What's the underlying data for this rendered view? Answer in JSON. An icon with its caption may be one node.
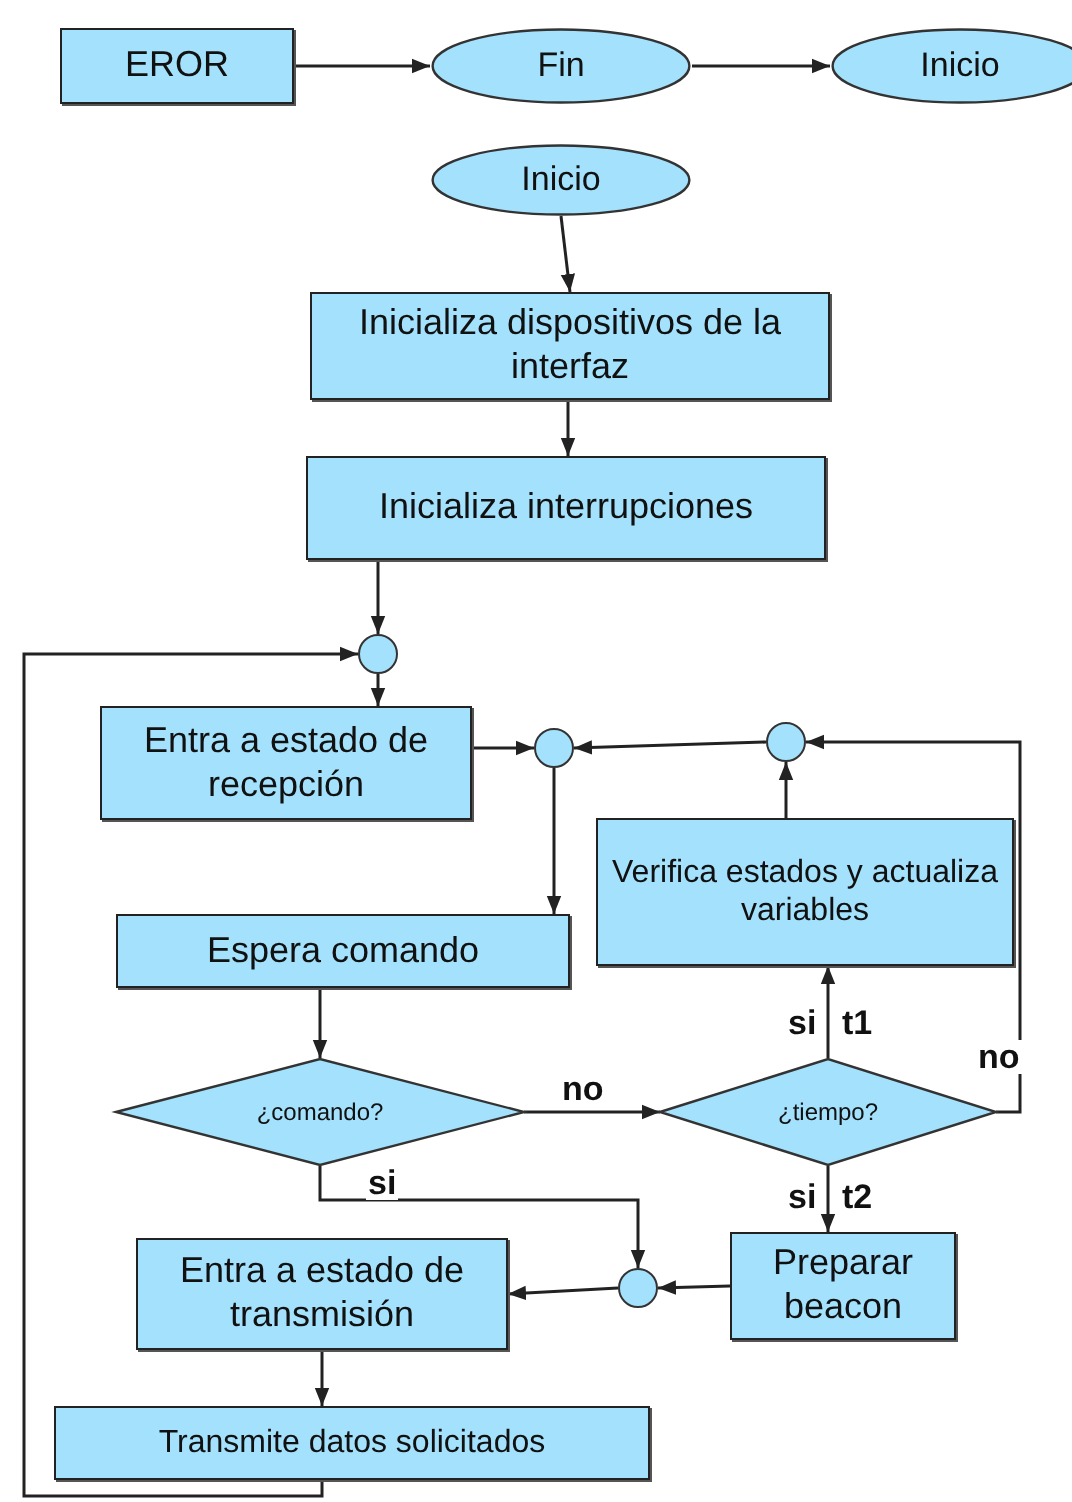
{
  "diagram": {
    "nodes": [
      {
        "text": [
          "EROR"
        ]
      },
      {
        "text": [
          "Fin"
        ]
      },
      {
        "text": [
          "Inicio"
        ]
      },
      {
        "text": [
          "Inicio"
        ]
      },
      {
        "text": [
          "Inicializa dispositivos de la interfaz"
        ]
      },
      {
        "text": [
          "Inicializa interrupciones"
        ]
      },
      {
        "text": [],
        "shape": "circle"
      },
      {
        "text": [
          "Entra a estado de recepción"
        ]
      },
      {
        "text": [],
        "shape": "circle"
      },
      {
        "text": [],
        "shape": "circle"
      },
      {
        "text": [
          "Espera comando"
        ]
      },
      {
        "text": [
          "Verifica estados y actualiza variables"
        ]
      },
      {
        "text": [
          "¿comando?"
        ]
      },
      {
        "text": [
          "¿tiempo?"
        ]
      },
      {
        "text": [],
        "shape": "circle"
      },
      {
        "text": [
          "Entra a estado de transmisión"
        ]
      },
      {
        "text": [
          "Preparar beacon"
        ]
      },
      {
        "text": [
          "Transmite datos solicitados"
        ]
      }
    ],
    "edges": [
      {
        "from": 0,
        "to": 1,
        "arrow": "to"
      },
      {
        "from": 1,
        "to": 2,
        "arrow": "to"
      },
      {
        "from": 3,
        "to": 4,
        "arrow": "to"
      },
      {
        "from": 4,
        "to": 5,
        "arrow": "to"
      },
      {
        "from": 5,
        "to": 6,
        "arrow": "to"
      },
      {
        "from": 6,
        "to": 7,
        "arrow": "to"
      },
      {
        "from": 7,
        "to": 8,
        "arrow": "to"
      },
      {
        "from": 8,
        "to": 10,
        "arrow": "to"
      },
      {
        "from": 9,
        "to": 8,
        "arrow": "to"
      },
      {
        "from": 11,
        "to": 9,
        "arrow": "to"
      },
      {
        "from": 13,
        "to": 9,
        "arrow": "to",
        "label": "no"
      },
      {
        "from": 13,
        "to": 11,
        "arrow": "to",
        "label": "si"
      },
      {
        "from": 10,
        "to": 12,
        "arrow": "to"
      },
      {
        "from": 12,
        "to": 13,
        "arrow": "to",
        "label": "no"
      },
      {
        "from": 12,
        "to": 14,
        "arrow": "to",
        "label": "si"
      },
      {
        "from": 13,
        "to": 16,
        "arrow": "to",
        "label": "si"
      },
      {
        "from": 16,
        "to": 14,
        "arrow": "to"
      },
      {
        "from": 14,
        "to": 15,
        "arrow": "to"
      },
      {
        "from": 15,
        "to": 17,
        "arrow": "to"
      },
      {
        "from": 17,
        "to": 6,
        "arrow": "to"
      }
    ],
    "labels": [
      "t1",
      "t2"
    ]
  }
}
